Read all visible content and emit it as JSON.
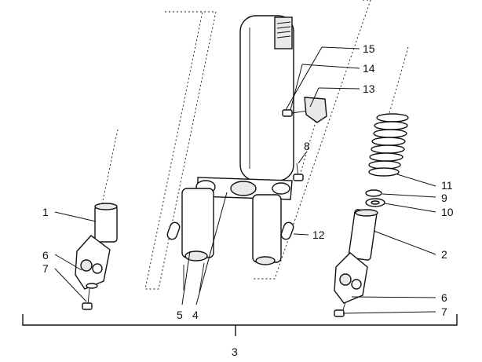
{
  "diagram": {
    "labels": {
      "p1": "1",
      "p2": "2",
      "p3": "3",
      "p4": "4",
      "p5": "5",
      "p6_left": "6",
      "p6_right": "6",
      "p7_left": "7",
      "p7_right": "7",
      "p8": "8",
      "p9": "9",
      "p10": "10",
      "p11": "11",
      "p12": "12",
      "p13": "13",
      "p14": "14",
      "p15": "15"
    }
  }
}
